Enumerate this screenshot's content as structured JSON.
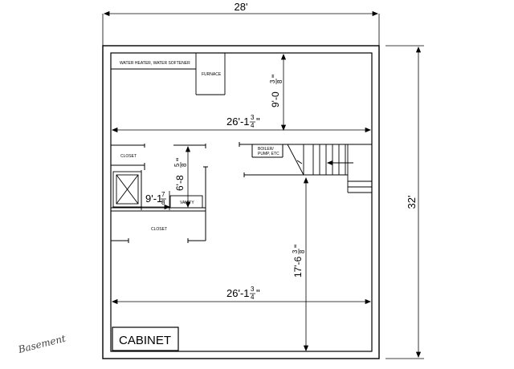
{
  "dimensions": {
    "overall_width": "28'",
    "overall_depth": "32'",
    "top_room_height": "9'-0",
    "top_room_height_frac_num": "3",
    "top_room_height_frac_den": "8",
    "upper_interior_width": "26'-1",
    "upper_interior_width_frac_num": "3",
    "upper_interior_width_frac_den": "4",
    "lower_interior_width": "26'-1",
    "lower_interior_width_frac_num": "3",
    "lower_interior_width_frac_den": "4",
    "bath_depth": "6'-8",
    "bath_depth_frac_num": "5",
    "bath_depth_frac_den": "8",
    "bath_width": "9'-1",
    "bath_width_frac_num": "7",
    "bath_width_frac_den": "8",
    "lower_depth": "17'-6",
    "lower_depth_frac_num": "3",
    "lower_depth_frac_den": "8"
  },
  "rooms": {
    "water_heater": "WATER HEATER, WATER SOFTENER",
    "furnace": "FURNACE",
    "closet_upper": "CLOSET",
    "closet_lower": "CLOSET",
    "vanity": "VANITY",
    "boiler_line1": "BOILER/",
    "boiler_line2": "PUMP, ETC",
    "cabinet": "CABINET"
  },
  "signature": "Basement"
}
